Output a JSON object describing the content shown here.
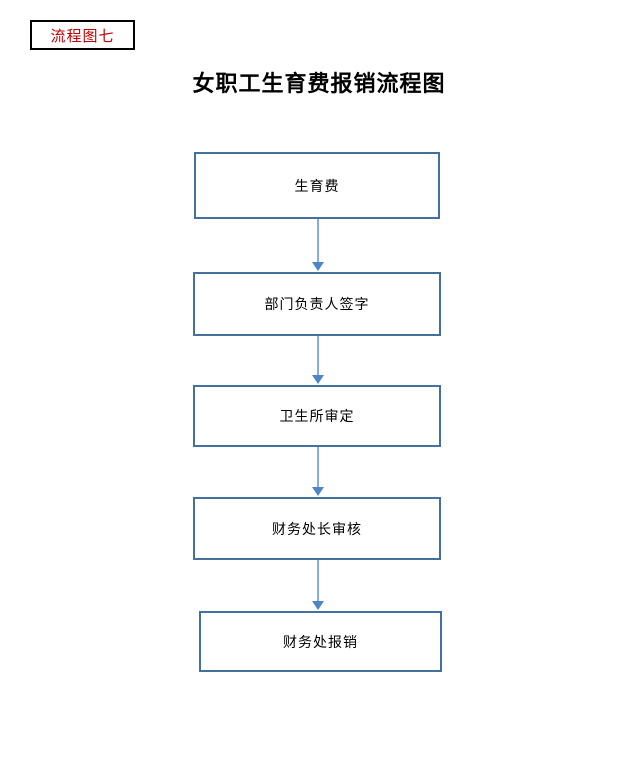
{
  "label_box": {
    "text": "流程图七",
    "text_color": "#C00000",
    "border_color": "#000000"
  },
  "title": {
    "text": "女职工生育费报销流程图",
    "color": "#000000"
  },
  "flow": {
    "box_border_color": "#41719C",
    "arrow_color": "#85AEDC",
    "arrow_head_color": "#4E86C5",
    "steps": [
      {
        "label": "生育费"
      },
      {
        "label": "部门负责人签字"
      },
      {
        "label": "卫生所审定"
      },
      {
        "label": "财务处长审核"
      },
      {
        "label": "财务处报销"
      }
    ]
  }
}
